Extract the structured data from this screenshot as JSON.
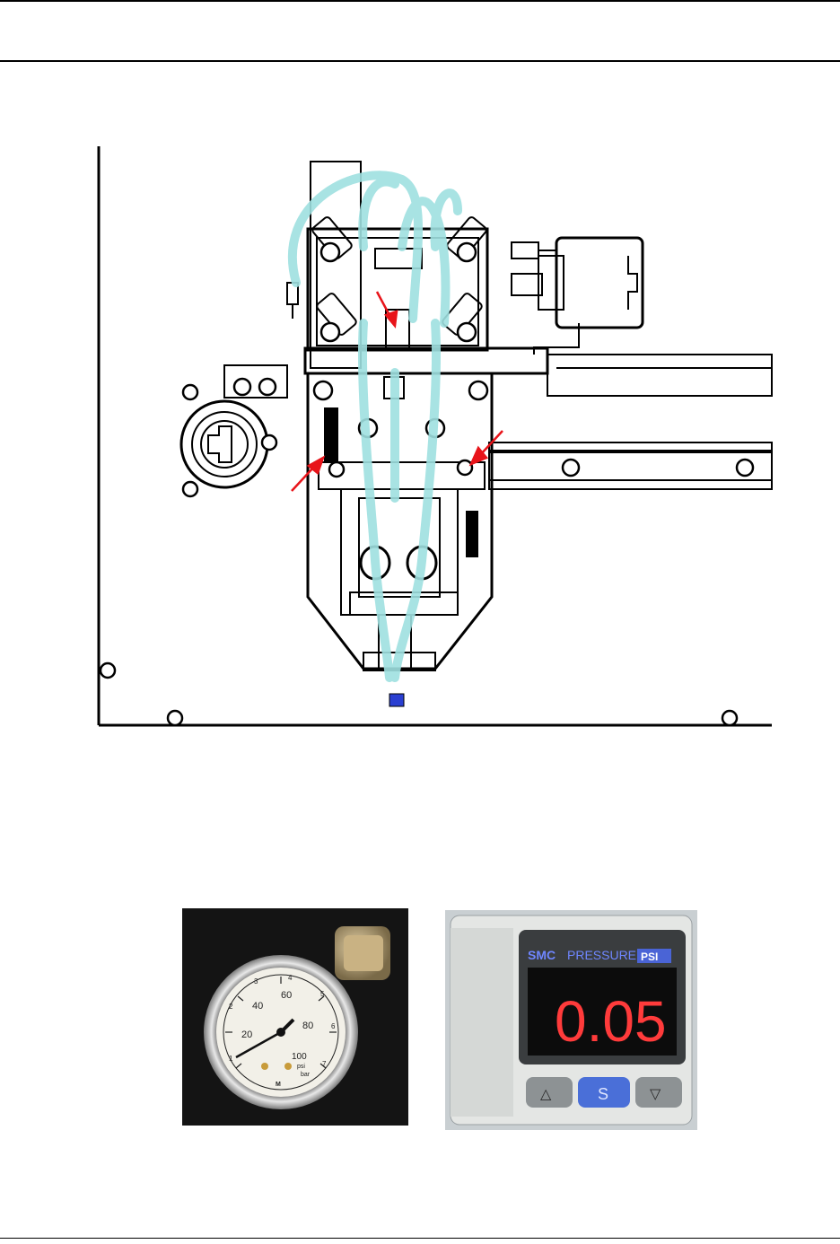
{
  "gauge": {
    "unit_psi": "psi",
    "unit_bar": "bar",
    "psi_scale": [
      "20",
      "40",
      "60",
      "80",
      "100"
    ],
    "bar_scale": [
      "1",
      "2",
      "3",
      "4",
      "5",
      "6",
      "7"
    ],
    "maker_mark": "M"
  },
  "pressure_switch": {
    "brand": "SMC",
    "label": "PRESSURE",
    "unit": "PSI",
    "reading": "0.05",
    "btn_up": "△",
    "btn_set": "S",
    "btn_down": "▽"
  },
  "colors": {
    "tubing": "#9fe0e0",
    "arrow": "#e8141a",
    "display": "#ff3b3b",
    "set_button": "#4a6fd8"
  }
}
